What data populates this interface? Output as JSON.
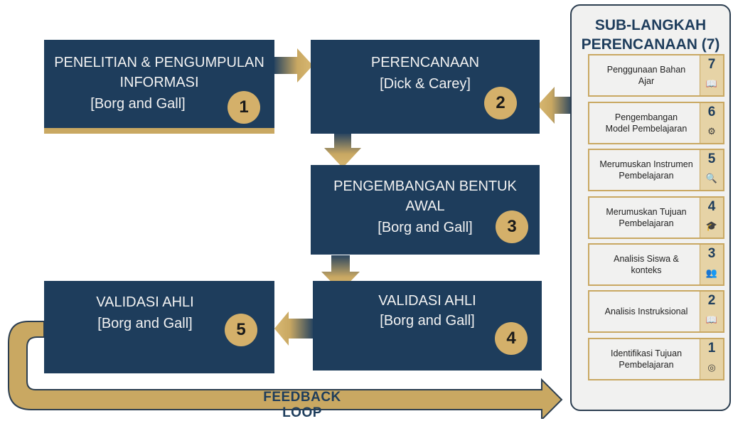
{
  "boxes": {
    "b1": {
      "lines": [
        "PENELITIAN & PENGUMPULAN",
        "INFORMASI",
        "[Borg and Gall]"
      ],
      "number": "1"
    },
    "b2": {
      "lines": [
        "PERENCANAAN",
        "[Dick & Carey]"
      ],
      "number": "2"
    },
    "b3": {
      "lines": [
        "PENGEMBANGAN BENTUK",
        "AWAL",
        "[Borg and Gall]"
      ],
      "number": "3"
    },
    "b4": {
      "lines": [
        "VALIDASI AHLI",
        "[Borg and Gall]"
      ],
      "number": "4"
    },
    "b5": {
      "lines": [
        "VALIDASI AHLI",
        "[Borg and Gall]"
      ],
      "number": "5"
    }
  },
  "panel": {
    "title_lines": [
      "SUB-LANGKAH",
      "PERENCANAAN (7)"
    ],
    "steps": [
      {
        "number": "7",
        "lines": [
          "Penggunaan Bahan",
          "Ajar"
        ],
        "icon": "book-icon"
      },
      {
        "number": "6",
        "lines": [
          "Pengembangan",
          "Model Pembelajaran"
        ],
        "icon": "gear-head-icon"
      },
      {
        "number": "5",
        "lines": [
          "Merumuskan Instrumen",
          "Pembelajaran"
        ],
        "icon": "document-search-icon"
      },
      {
        "number": "4",
        "lines": [
          "Merumuskan Tujuan",
          "Pembelajaran"
        ],
        "icon": "graduation-cap-icon"
      },
      {
        "number": "3",
        "lines": [
          "Analisis Siswa &",
          "konteks"
        ],
        "icon": "group-icon"
      },
      {
        "number": "2",
        "lines": [
          "Analisis Instruksional"
        ],
        "icon": "book-icon"
      },
      {
        "number": "1",
        "lines": [
          "Identifikasi Tujuan",
          "Pembelajaran"
        ],
        "icon": "target-icon"
      }
    ]
  },
  "feedback_label": "FEEDBACK LOOP",
  "colors": {
    "navy": "#1e3d5c",
    "gold": "#c9a862",
    "circle": "#d4b06a"
  }
}
